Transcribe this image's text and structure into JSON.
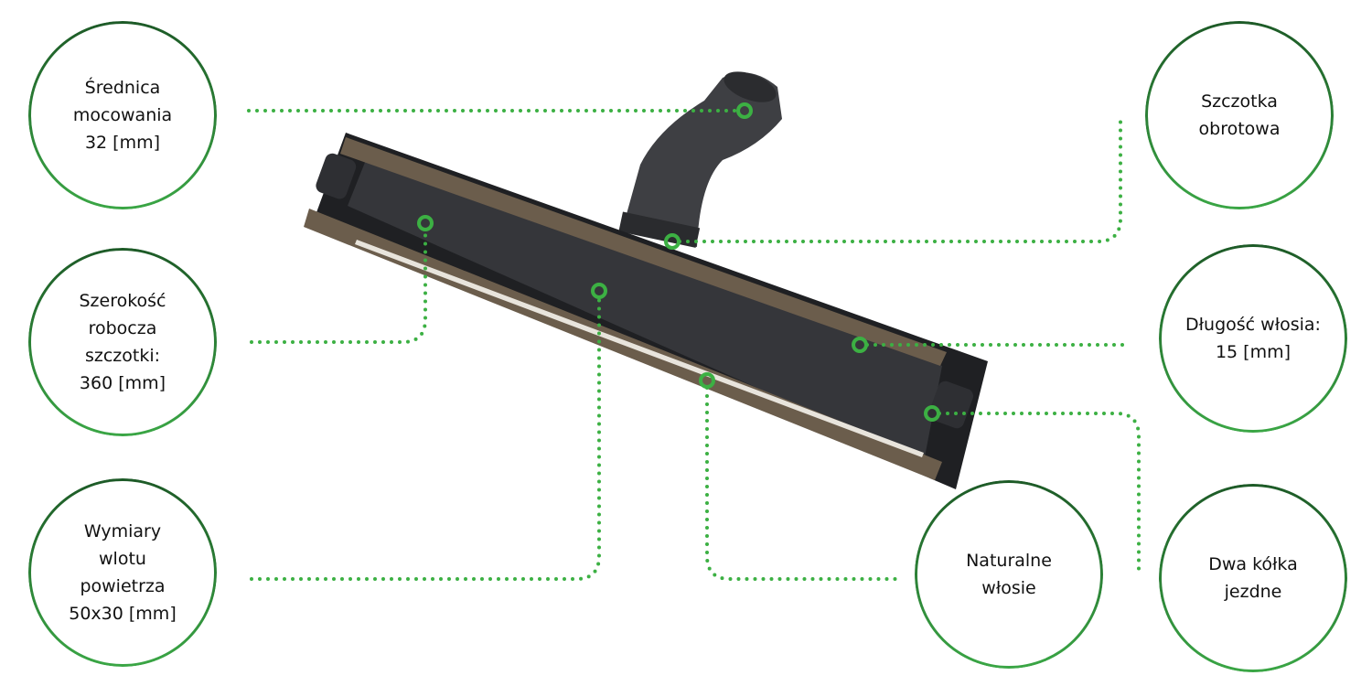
{
  "colors": {
    "accent": "#3cb043",
    "circle_dark": "#1d5a27",
    "circle_light": "#3aa645"
  },
  "features": [
    {
      "label": "Średnica\nmocowania\n32 [mm]"
    },
    {
      "label": "Szerokość\nrobocza\nszczotki:\n360 [mm]"
    },
    {
      "label": "Wymiary\nwlotu\npowietrza\n50x30 [mm]"
    },
    {
      "label": "Szczotka\nobrotowa"
    },
    {
      "label": "Długość włosia:\n15 [mm]"
    },
    {
      "label": "Naturalne\nwłosie"
    },
    {
      "label": "Dwa kółka\njezdne"
    }
  ]
}
